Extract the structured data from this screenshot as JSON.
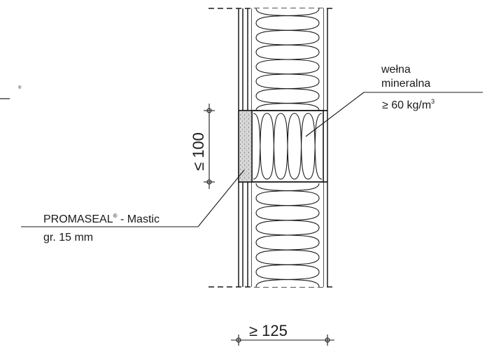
{
  "labels": {
    "insulation_line1": "wełna",
    "insulation_line2": "mineralna",
    "density_prefix": "≥ 60 kg/m",
    "density_exp": "3",
    "sealant_name": "PROMASEAL",
    "sealant_reg": "®",
    "sealant_suffix": " - Mastic",
    "sealant_thickness": "gr. 15 mm",
    "dim_height": "≤ 100",
    "dim_width": "≥ 125",
    "edge_mark": "®"
  },
  "colors": {
    "line": "#1a1a1a",
    "mastic_fill": "#d0d0d0",
    "background": "#ffffff"
  }
}
